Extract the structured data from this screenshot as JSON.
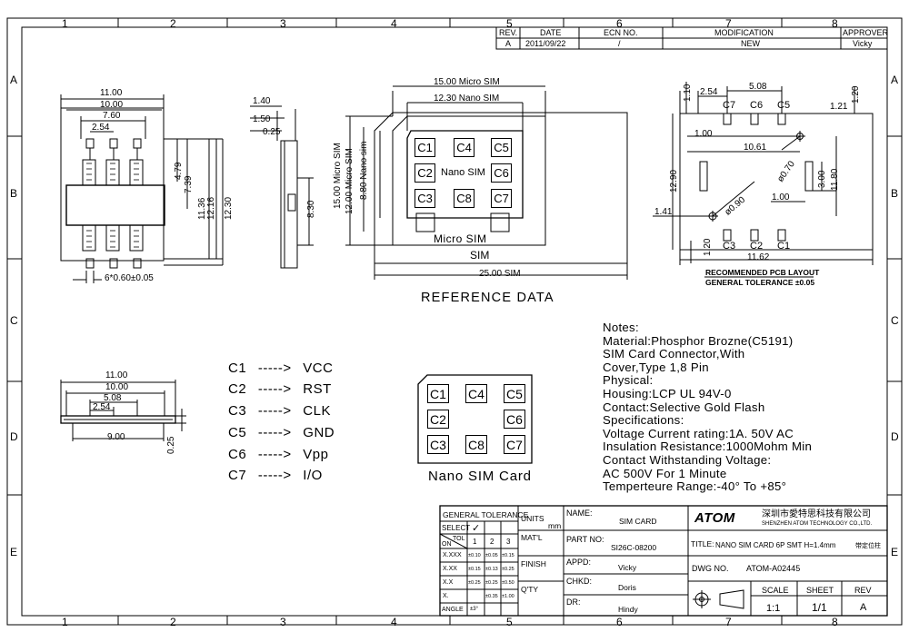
{
  "zones": {
    "columns": [
      "1",
      "2",
      "3",
      "4",
      "5",
      "6",
      "7",
      "8"
    ],
    "rows": [
      "A",
      "B",
      "C",
      "D",
      "E"
    ]
  },
  "revision": {
    "headers": [
      "REV.",
      "DATE",
      "ECN NO.",
      "MODIFICATION",
      "APPROVER"
    ],
    "row": [
      "A",
      "2011/09/22",
      "/",
      "NEW",
      "Vicky"
    ]
  },
  "top_view_dims": {
    "d1": "11.00",
    "d2": "10.00",
    "d3": "7.60",
    "d4": "2.54",
    "v1": "4.79",
    "v2": "7.39",
    "v3": "11.36",
    "v4": "12.16",
    "v5": "12.30",
    "pitch": "6*0.60±0.05"
  },
  "side_view_dims": {
    "a": "1.40",
    "b": "1.50",
    "c": "0.25",
    "d": "8.30"
  },
  "reference": {
    "micro_width": "15.00 Micro SIM",
    "nano_width": "12.30 Nano SIM",
    "micro_height": "15.00 Micro SIM",
    "micro_height2": "12.00 Micro SIM",
    "nano_height": "8.80 Nano sim",
    "nano_label": "Nano SIM",
    "micro_label": "Micro SIM",
    "sim_label": "SIM",
    "sim_width": "25.00 SIM",
    "title": "REFERENCE DATA",
    "contacts": [
      "C1",
      "C4",
      "C5",
      "C2",
      "C6",
      "C3",
      "C8",
      "C7"
    ]
  },
  "pcb": {
    "d_254": "2.54",
    "d_508": "5.08",
    "d_110": "1.10",
    "d_120a": "1.20",
    "d_121": "1.21",
    "d_100a": "1.00",
    "d_1061": "10.61",
    "d_1290": "12.90",
    "d_070": "ø0.70",
    "d_300": "3.00",
    "d_1180": "11.80",
    "d_090": "ø0.90",
    "d_100b": "1.00",
    "d_141": "1.41",
    "d_120b": "1.20",
    "d_1162": "11.62",
    "top_labels": [
      "C7",
      "C6",
      "C5"
    ],
    "bottom_labels": [
      "C3",
      "C2",
      "C1"
    ],
    "caption1": "RECOMMENDED PCB LAYOUT",
    "caption2": "GENERAL TOLERANCE ±0.05"
  },
  "front_view_dims": {
    "a": "11.00",
    "b": "10.00",
    "c": "5.08",
    "d": "2.54",
    "e": "9.00",
    "f": "0.25"
  },
  "pin_map": [
    {
      "pin": "C1",
      "arrow": "----->",
      "signal": "VCC"
    },
    {
      "pin": "C2",
      "arrow": "----->",
      "signal": "RST"
    },
    {
      "pin": "C3",
      "arrow": "----->",
      "signal": "CLK"
    },
    {
      "pin": "C5",
      "arrow": "----->",
      "signal": "GND"
    },
    {
      "pin": "C6",
      "arrow": "----->",
      "signal": "Vpp"
    },
    {
      "pin": "C7",
      "arrow": "----->",
      "signal": "I/O"
    }
  ],
  "nano_card": {
    "contacts": [
      "C1",
      "C4",
      "C5",
      "C2",
      "C6",
      "C3",
      "C8",
      "C7"
    ],
    "caption": "Nano SIM Card"
  },
  "notes": [
    "Notes:",
    "Material:Phosphor Brozne(C5191)",
    "SIM Card Connector,With",
    "Cover,Type 1,8 Pin",
    "Physical:",
    "Housing:LCP UL 94V-0",
    "Contact:Selective Gold Flash",
    "Specifications:",
    "Voltage Current rating:1A. 50V AC",
    "Insulation Resistance:1000Mohm Min",
    "Contact Withstanding Voltage:",
    "AC 500V For 1 Minute",
    "Temperteure Range:-40° To +85°"
  ],
  "title_block": {
    "tolerance_title": "GENERAL TOLERANCE",
    "select": "SELECT",
    "on": "ON",
    "tol": "TOL",
    "check": "✓",
    "cols": [
      "1",
      "2",
      "3"
    ],
    "rows": [
      {
        "name": "X.XXX",
        "v": [
          "±0.10",
          "±0.05",
          "±0.15"
        ]
      },
      {
        "name": "X.XX",
        "v": [
          "±0.15",
          "±0.13",
          "±0.25"
        ]
      },
      {
        "name": "X.X",
        "v": [
          "±0.25",
          "±0.25",
          "±0.50"
        ]
      },
      {
        "name": "X.",
        "v": [
          "",
          "±0.35",
          "±1.00"
        ]
      },
      {
        "name": "ANGLE",
        "v": [
          "±3°",
          "",
          ""
        ]
      }
    ],
    "units": "UNITS",
    "mm": "mm",
    "matl": "MAT'L",
    "finish": "FINISH",
    "qty": "Q'TY",
    "name_label": "NAME:",
    "name_value": "SIM CARD",
    "part_label": "PART NO:",
    "part_value": "SI26C-08200",
    "appd_label": "APPD:",
    "appd_value": "Vicky",
    "chkd_label": "CHKD:",
    "chkd_value": "Doris",
    "dr_label": "DR:",
    "dr_value": "Hindy",
    "logo": "ATOM",
    "company_cn": "深圳市愛特思科技有限公司",
    "company_en": "SHENZHEN ATOM TECHNOLOGY CO.,LTD.",
    "title_label": "TITLE:",
    "title_value": "NANO SIM CARD 6P SMT H=1.4mm",
    "title_cn": "带定位柱",
    "dwg_label": "DWG NO.",
    "dwg_value": "ATOM-A02445",
    "scale_label": "SCALE",
    "scale_value": "1:1",
    "sheet_label": "SHEET",
    "sheet_value": "1/1",
    "rev_label": "REV",
    "rev_value": "A"
  }
}
